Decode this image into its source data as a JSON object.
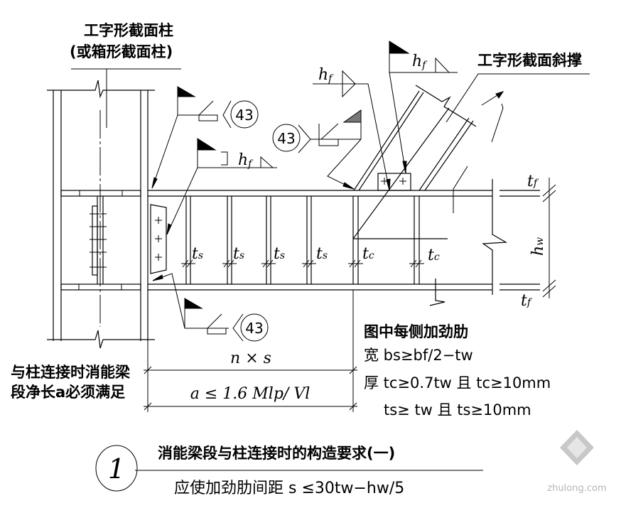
{
  "title_column": {
    "line1": "工字形截面柱",
    "line2": "(或箱形截面柱)"
  },
  "title_brace": "工字形截面斜撑",
  "weld_symbols": {
    "hf": "h",
    "hf_sub": "f",
    "ref_number": "43"
  },
  "stiffener_labels": {
    "ts": "t",
    "ts_sub": "s",
    "tc": "t",
    "tc_sub": "c"
  },
  "beam_dims": {
    "tf": "t",
    "tf_sub": "f",
    "hw": "h",
    "hw_sub": "w"
  },
  "notes": {
    "heading": "图中每侧加劲肋",
    "width_rule": "宽 bs≥bf/2−tw",
    "thick_rule_1": "厚 tc≥0.7tw 且 tc≥10mm",
    "thick_rule_2": "ts≥ tw 且 ts≥10mm"
  },
  "dimensions": {
    "n_times_s": "n × s",
    "link_length": "a ≤ 1.6 Mlp/ Vl"
  },
  "left_note": {
    "line1": "与柱连接时消能梁",
    "line2": "段净长a必须满足"
  },
  "caption": {
    "number": "1",
    "title": "消能梁段与柱连接时的构造要求(一)",
    "subtitle": "应使加劲肋间距 s ≤30tw−hw/5"
  },
  "watermark": "zhulong.com",
  "section_mark": "1"
}
